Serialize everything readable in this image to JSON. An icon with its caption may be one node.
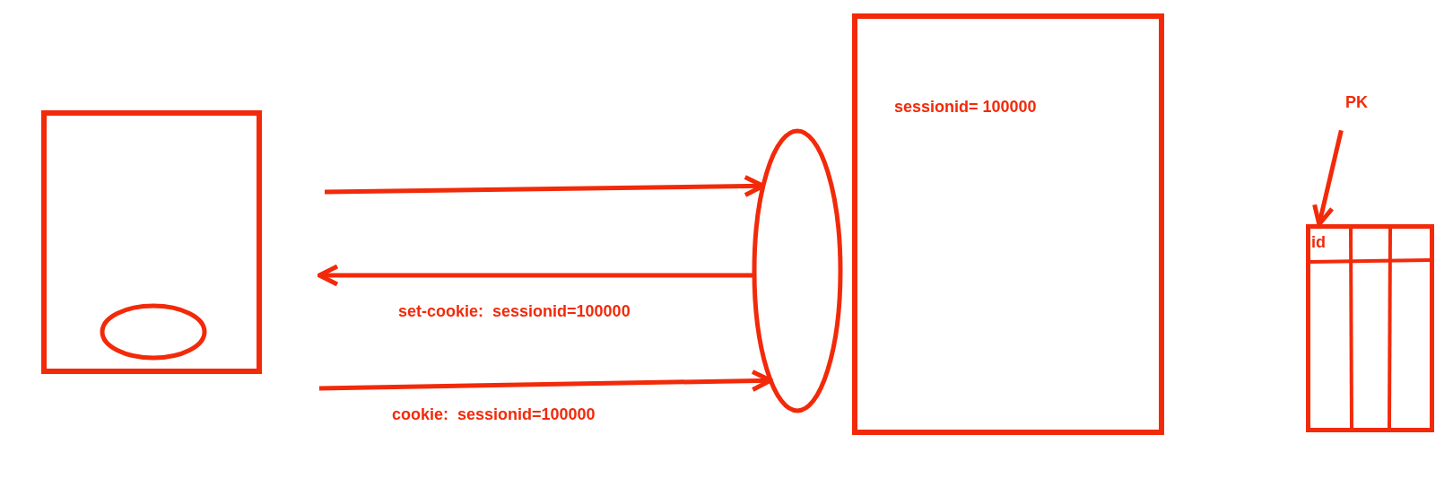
{
  "diagram": {
    "nodes": [
      {
        "text": [],
        "shape": "box"
      },
      {
        "text": [],
        "shape": "ellipse",
        "in": 0
      },
      {
        "text": [],
        "shape": "ellipse"
      },
      {
        "text": [
          "sessionid= 100000"
        ]
      },
      {
        "text": [
          "id"
        ]
      },
      {
        "text": [
          "PK"
        ]
      }
    ],
    "edges": [
      {
        "from": null,
        "to": 2,
        "arrow": "to"
      },
      {
        "from": 2,
        "to": null,
        "arrow": "to",
        "label": "set-cookie:  sessionid=100000"
      },
      {
        "from": null,
        "to": 2,
        "arrow": "to",
        "label": "cookie:  sessionid=100000"
      },
      {
        "from": 5,
        "to": 4,
        "arrow": "to"
      }
    ]
  }
}
